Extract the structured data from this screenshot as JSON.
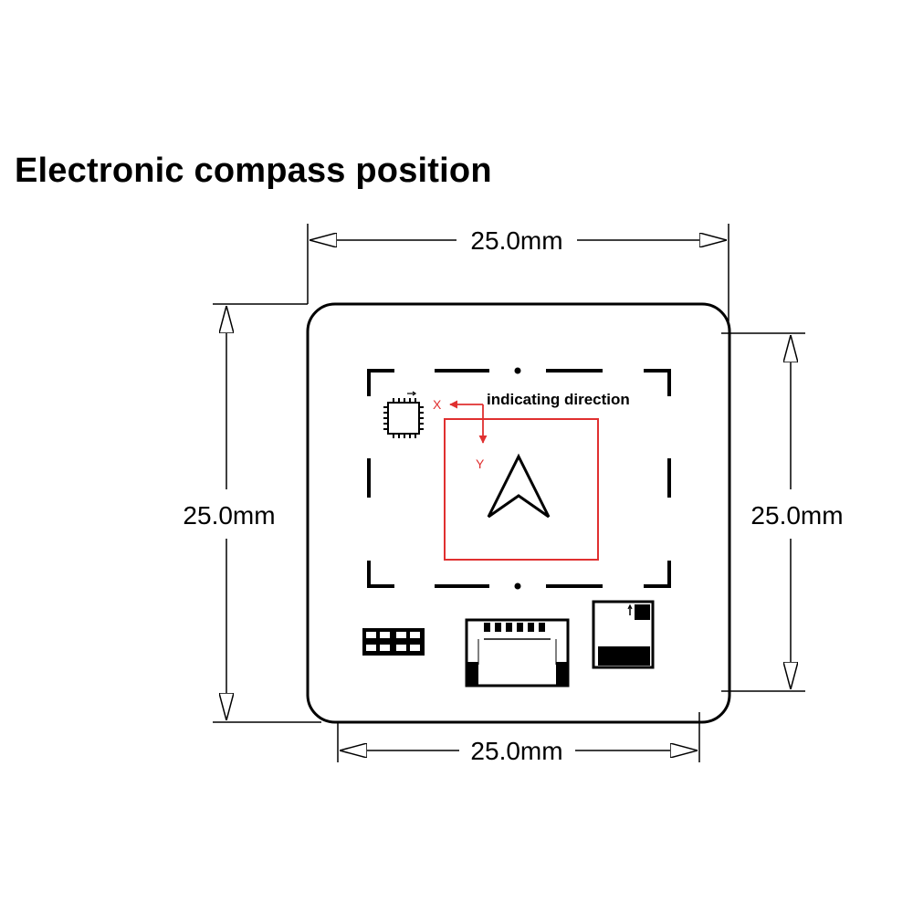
{
  "title": "Electronic compass position",
  "dimensions": {
    "top": "25.0mm",
    "bottom": "25.0mm",
    "left": "25.0mm",
    "right": "25.0mm"
  },
  "annotation": {
    "indicating_direction": "indicating direction",
    "x_axis": "X",
    "y_axis": "Y"
  },
  "colors": {
    "accent": "#e03030",
    "line": "#000000",
    "background": "#ffffff"
  },
  "icons": {
    "chip": "chip-icon",
    "direction_arrow": "navigation-arrow-icon"
  }
}
